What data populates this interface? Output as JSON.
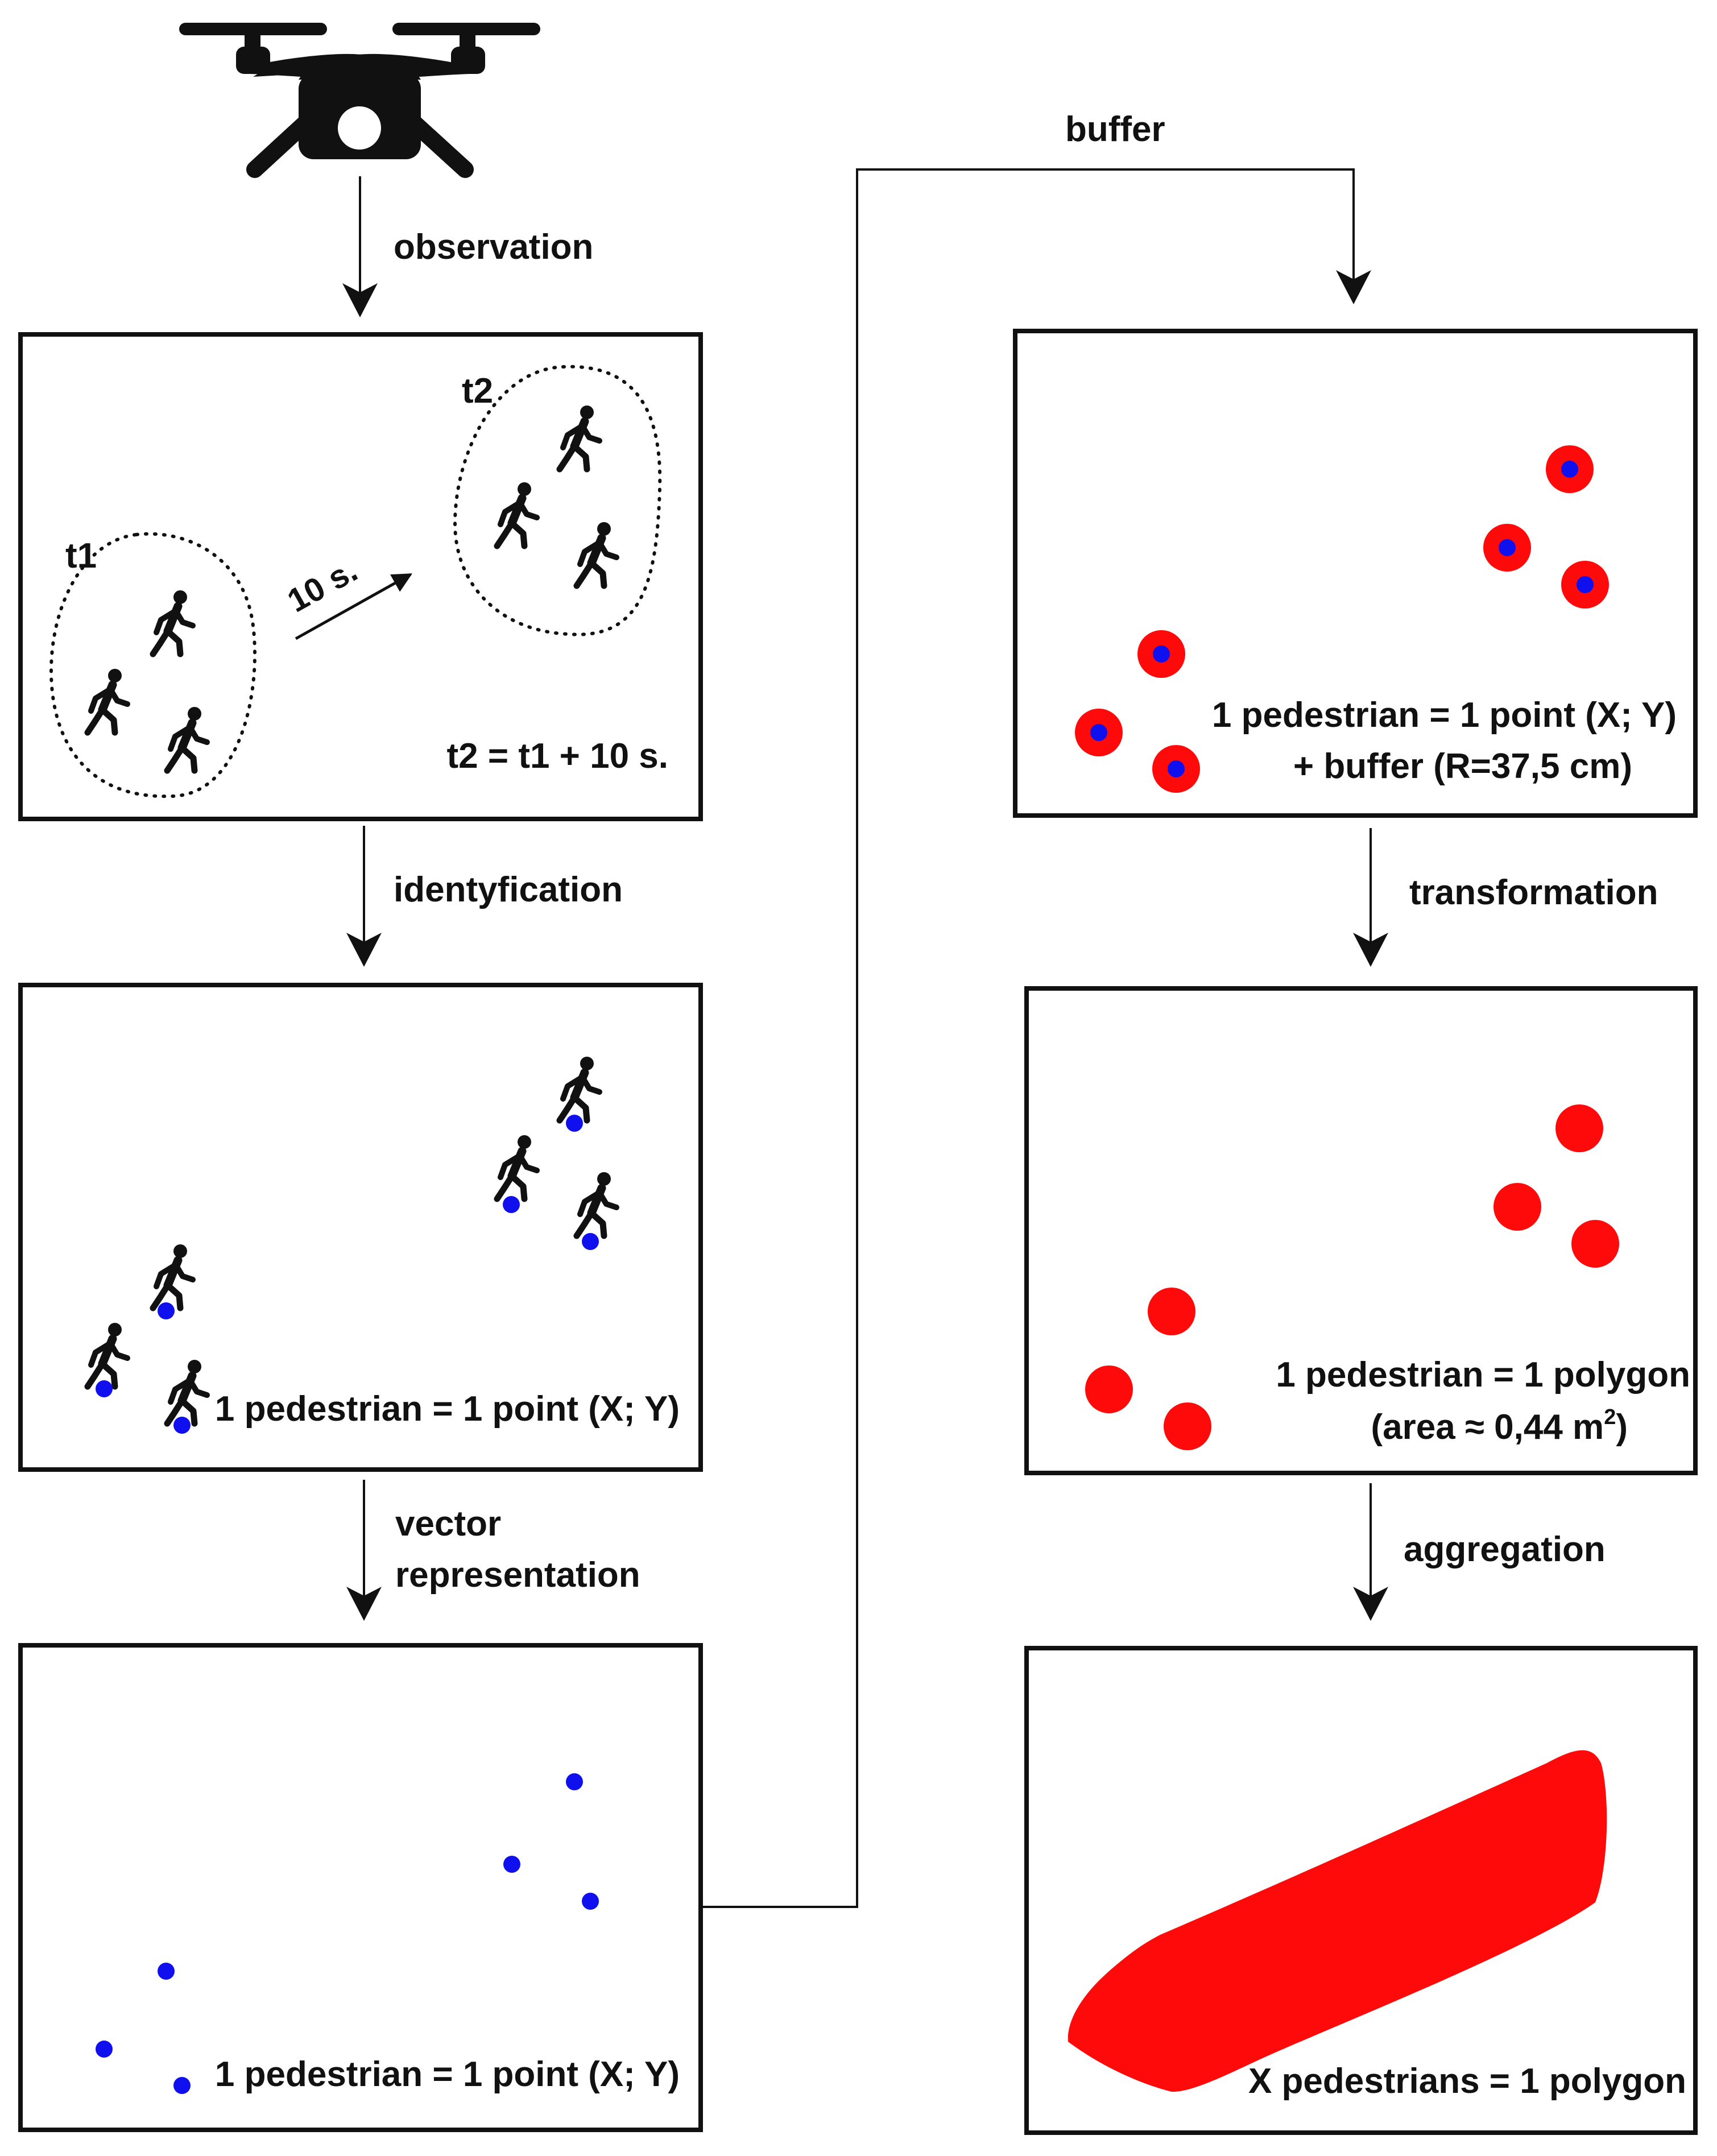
{
  "colors": {
    "ink": "#111111",
    "point": "#1010ee",
    "buffer": "#ff0a0a"
  },
  "icons": {
    "drone": "drone-icon",
    "pedestrian": "pedestrian-icon"
  },
  "steps": {
    "observation": "observation",
    "identification": "identyfication",
    "vector_line1": "vector",
    "vector_line2": "representation",
    "buffer": "buffer",
    "transformation": "transformation",
    "aggregation": "aggregation"
  },
  "panel1": {
    "t1": "t1",
    "t2": "t2",
    "interval": "10 s.",
    "formula": "t2 = t1 + 10 s."
  },
  "panel2": {
    "caption": "1 pedestrian = 1 point (X; Y)"
  },
  "panel3": {
    "caption": "1 pedestrian = 1 point (X; Y)"
  },
  "panel4": {
    "caption_line1": "1 pedestrian = 1 point (X; Y)",
    "caption_line2": "+ buffer (R=37,5 cm)"
  },
  "panel5": {
    "caption_line1": "1 pedestrian = 1 polygon",
    "caption_line2_pre": "(area ≈ 0,44 m",
    "caption_line2_sup": "2",
    "caption_line2_post": ")"
  },
  "panel6": {
    "caption": "X pedestrians = 1 polygon"
  }
}
